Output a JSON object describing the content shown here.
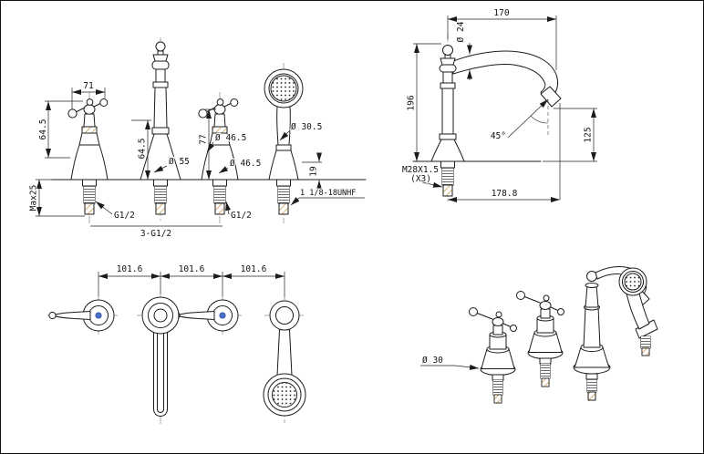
{
  "sheet": {
    "kind": "bathtub-faucet-technical-drawing",
    "colors": {
      "line": "#1c1c1c",
      "hatch": "#c9913f",
      "accent_blue": "#4a72c8",
      "background": "#ffffff"
    }
  },
  "front_view": {
    "dims": {
      "lever_span": "71",
      "handle_height_a": "64.5",
      "handle_height_b": "64.5",
      "height_77": "77",
      "spout_base_dia": "Ø 55",
      "handle_base_dia_a": "Ø 46.5",
      "handle_base_dia_b": "Ø 46.5",
      "shower_grip_dia": "Ø 30.5",
      "base_height": "19",
      "deck_max": "Max25",
      "thread_left": "G1/2",
      "thread_right": "G1/2",
      "thread_group": "3-G1/2",
      "shower_thread": "1 1/8-18UNHF"
    }
  },
  "side_view": {
    "dims": {
      "reach": "170",
      "tube_dia": "Ø 24",
      "height": "196",
      "outlet_height": "125",
      "holder_angle": "45°",
      "shank_thread": "M28X1.5",
      "shank_thread_qty": "(X3)",
      "total_reach": "178.8"
    }
  },
  "top_view": {
    "dims": {
      "spacing_a": "101.6",
      "spacing_b": "101.6",
      "spacing_c": "101.6"
    }
  },
  "perspective_view": {
    "dims": {
      "handle_base_dia": "Ø 30"
    }
  }
}
